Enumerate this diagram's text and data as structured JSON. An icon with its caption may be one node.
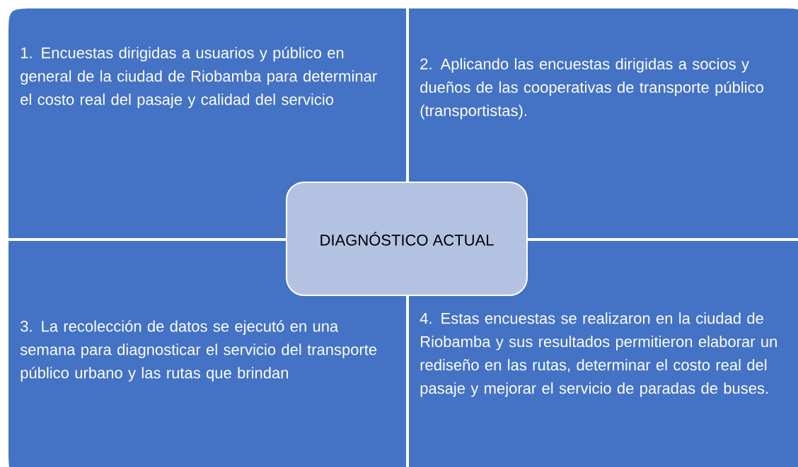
{
  "diagram": {
    "nodes": [
      {
        "text": [
          "1. Encuestas dirigidas a usuarios y público en general de la ciudad de Riobamba para determinar el costo real del pasaje y calidad del servicio"
        ]
      },
      {
        "text": [
          "2. Aplicando las encuestas dirigidas a socios y dueños de las cooperativas de transporte público (transportistas)."
        ]
      },
      {
        "text": [
          "3. La recolección de datos se ejecutó en una semana para diagnosticar el servicio del transporte público urbano y las rutas que brindan"
        ]
      },
      {
        "text": [
          "4. Estas encuestas se realizaron en la ciudad de Riobamba y sus resultados permitieron elaborar un rediseño en las rutas, determinar el costo real del pasaje y mejorar el servicio de paradas de buses."
        ]
      },
      {
        "text": [
          "DIAGNÓSTICO ACTUAL"
        ]
      }
    ]
  }
}
